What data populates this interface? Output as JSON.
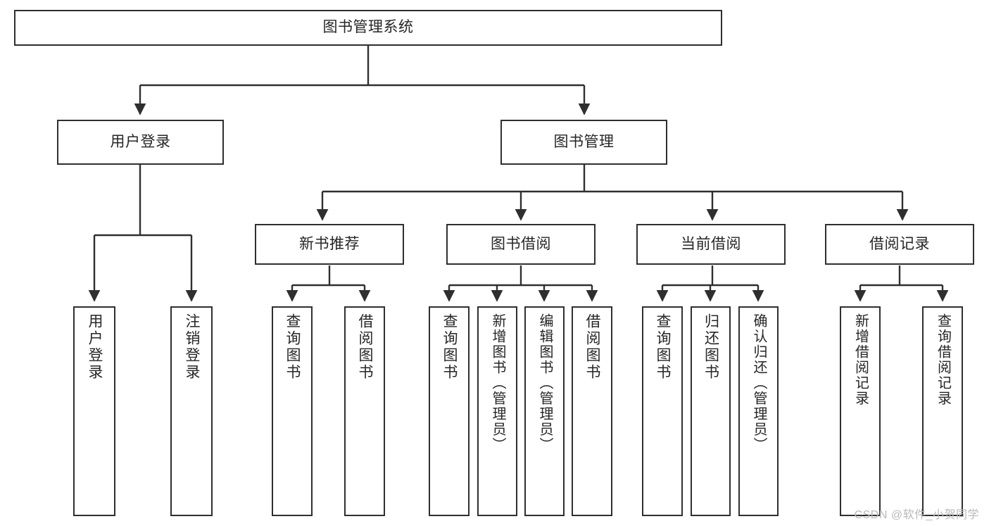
{
  "diagram": {
    "type": "tree-hierarchy-flowchart",
    "title": "图书管理系统",
    "watermark": "CSDN @软件_小贺同学",
    "colors": {
      "stroke": "#2f2f2f",
      "fill": "#ffffff",
      "text": "#262626",
      "watermark": "#b9b9b9"
    },
    "nodes": {
      "root": {
        "label": "图书管理系统"
      },
      "level2": [
        {
          "id": "user-login",
          "label": "用户登录"
        },
        {
          "id": "book-management",
          "label": "图书管理"
        }
      ],
      "level3": [
        {
          "id": "new-book-recommend",
          "label": "新书推荐"
        },
        {
          "id": "book-borrow",
          "label": "图书借阅"
        },
        {
          "id": "current-borrow",
          "label": "当前借阅"
        },
        {
          "id": "borrow-record",
          "label": "借阅记录"
        }
      ],
      "leaves": {
        "user-login": [
          {
            "id": "leaf-user-login",
            "label": "用户登录"
          },
          {
            "id": "leaf-logout",
            "label": "注销登录"
          }
        ],
        "new-book-recommend": [
          {
            "id": "leaf-query-book-1",
            "label": "查询图书"
          },
          {
            "id": "leaf-borrow-book-1",
            "label": "借阅图书"
          }
        ],
        "book-borrow": [
          {
            "id": "leaf-query-book-2",
            "label": "查询图书"
          },
          {
            "id": "leaf-add-book",
            "label": "新增图书（管理员）"
          },
          {
            "id": "leaf-edit-book",
            "label": "编辑图书（管理员）"
          },
          {
            "id": "leaf-borrow-book-2",
            "label": "借阅图书"
          }
        ],
        "current-borrow": [
          {
            "id": "leaf-query-book-3",
            "label": "查询图书"
          },
          {
            "id": "leaf-return-book",
            "label": "归还图书"
          },
          {
            "id": "leaf-confirm-return",
            "label": "确认归还（管理员）"
          }
        ],
        "borrow-record": [
          {
            "id": "leaf-add-record",
            "label": "新增借阅记录"
          },
          {
            "id": "leaf-query-record",
            "label": "查询借阅记录"
          }
        ]
      }
    }
  }
}
